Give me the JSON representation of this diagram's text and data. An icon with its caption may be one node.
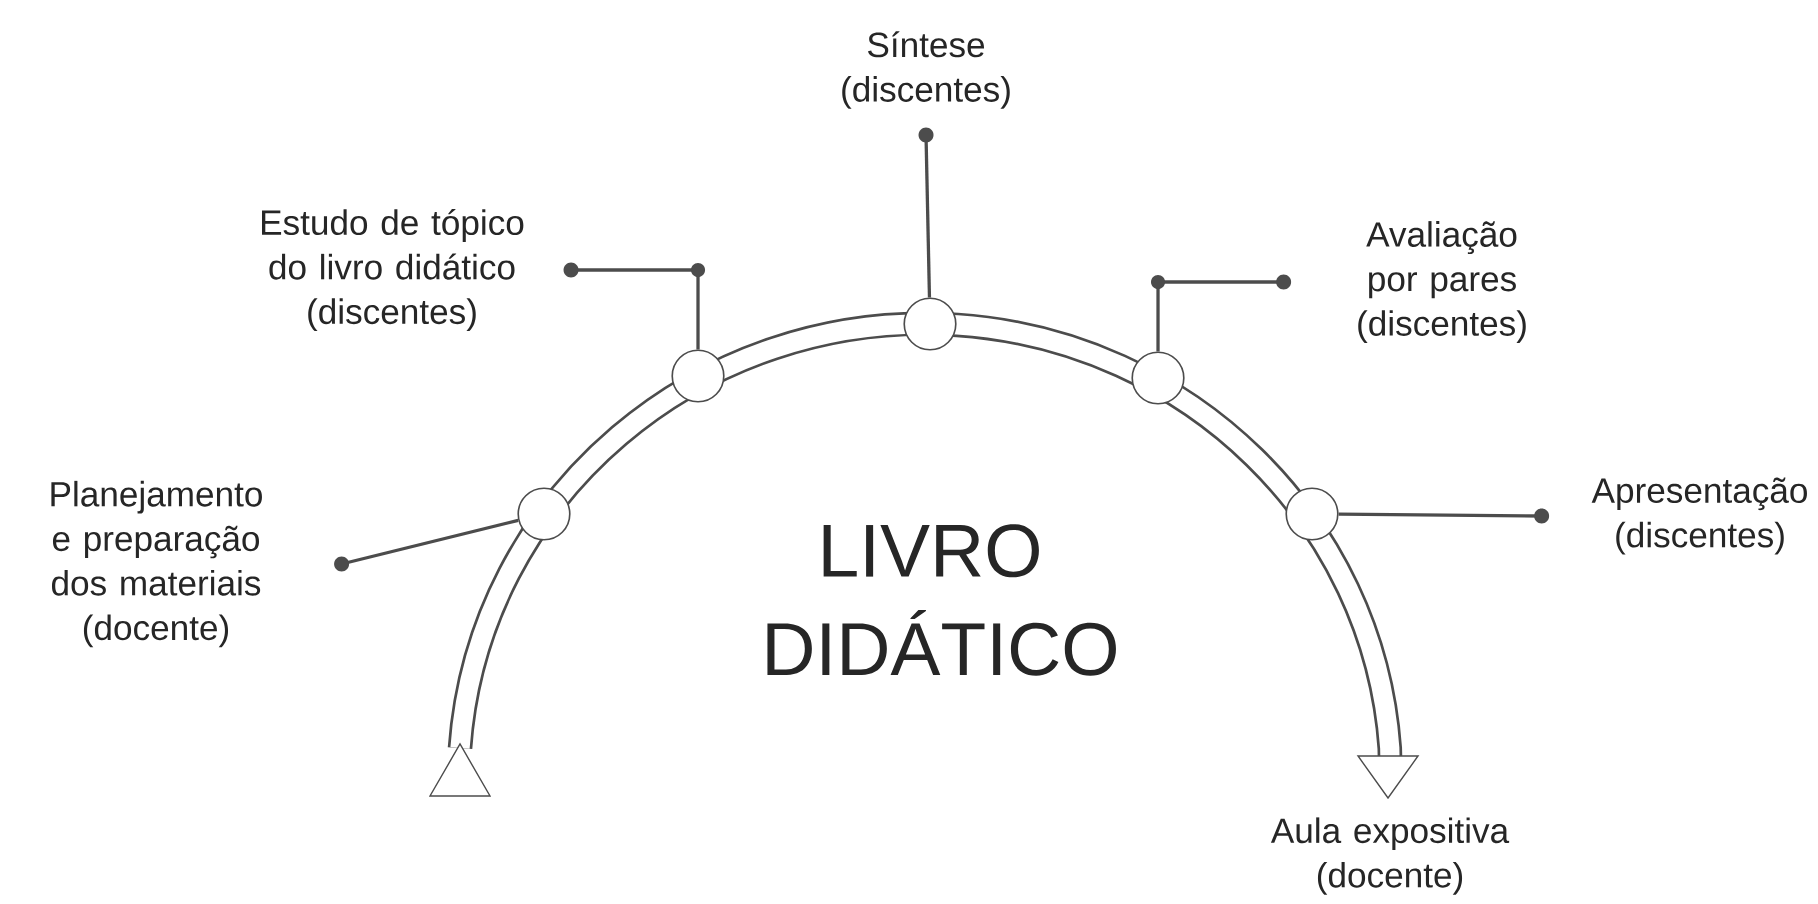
{
  "diagram": {
    "nodes": [
      {
        "text": [
          "Planejamento e preparação dos materiais (docente)"
        ]
      },
      {
        "text": [
          "Estudo de tópico do livro didático (discentes)"
        ]
      },
      {
        "text": [
          "Síntese (discentes)"
        ]
      },
      {
        "text": [
          "Avaliação por pares (discentes)"
        ]
      },
      {
        "text": [
          "Apresentação (discentes)"
        ]
      },
      {
        "text": [],
        "shape": "circle"
      },
      {
        "text": [],
        "shape": "circle"
      },
      {
        "text": [],
        "shape": "circle"
      },
      {
        "text": [],
        "shape": "circle"
      },
      {
        "text": [],
        "shape": "circle"
      }
    ],
    "edges": [
      {
        "from": 0,
        "to": 5,
        "arrow": "other"
      },
      {
        "from": 1,
        "to": 6,
        "arrow": "other"
      },
      {
        "from": 2,
        "to": 7,
        "arrow": "other"
      },
      {
        "from": 3,
        "to": 8,
        "arrow": "other"
      },
      {
        "from": 4,
        "to": 9,
        "arrow": "other"
      }
    ],
    "labels": [
      "LIVRO DIDÁTICO",
      "Aula expositiva (docente)"
    ]
  }
}
